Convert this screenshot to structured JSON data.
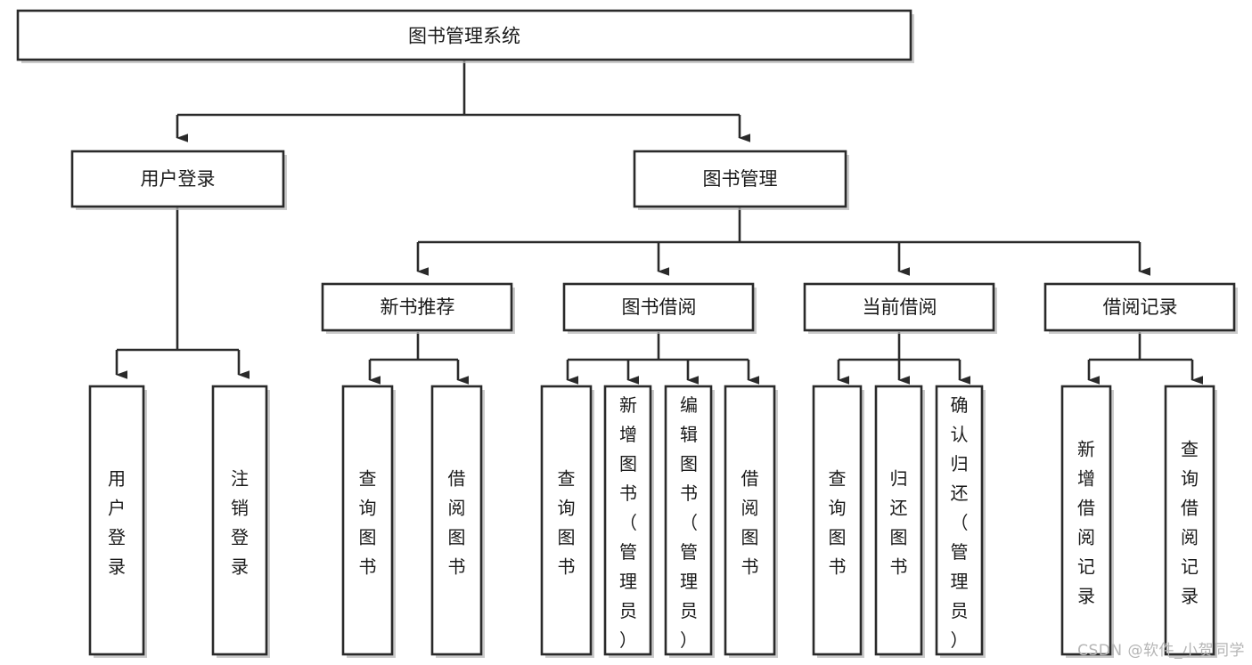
{
  "diagram": {
    "type": "tree-flowchart",
    "title": "图书管理系统",
    "root": {
      "label": "图书管理系统"
    },
    "level2": [
      {
        "id": "user-login",
        "label": "用户登录"
      },
      {
        "id": "book-management",
        "label": "图书管理"
      }
    ],
    "level3": [
      {
        "id": "new-book-recommend",
        "label": "新书推荐"
      },
      {
        "id": "book-borrow",
        "label": "图书借阅"
      },
      {
        "id": "current-borrow",
        "label": "当前借阅"
      },
      {
        "id": "borrow-record",
        "label": "借阅记录"
      }
    ],
    "leaves": [
      {
        "id": "leaf-user-login",
        "label": "用户登录",
        "parent": "user-login"
      },
      {
        "id": "leaf-logout",
        "label": "注销登录",
        "parent": "user-login"
      },
      {
        "id": "leaf-query-book-1",
        "label": "查询图书",
        "parent": "new-book-recommend"
      },
      {
        "id": "leaf-borrow-book-1",
        "label": "借阅图书",
        "parent": "new-book-recommend"
      },
      {
        "id": "leaf-query-book-2",
        "label": "查询图书",
        "parent": "book-borrow"
      },
      {
        "id": "leaf-add-book",
        "label": "新增图书（管理员）",
        "parent": "book-borrow"
      },
      {
        "id": "leaf-edit-book",
        "label": "编辑图书（管理员）",
        "parent": "book-borrow"
      },
      {
        "id": "leaf-borrow-book-2",
        "label": "借阅图书",
        "parent": "book-borrow"
      },
      {
        "id": "leaf-query-book-3",
        "label": "查询图书",
        "parent": "current-borrow"
      },
      {
        "id": "leaf-return-book",
        "label": "归还图书",
        "parent": "current-borrow"
      },
      {
        "id": "leaf-confirm-return",
        "label": "确认归还（管理员）",
        "parent": "current-borrow"
      },
      {
        "id": "leaf-add-record",
        "label": "新增借阅记录",
        "parent": "borrow-record"
      },
      {
        "id": "leaf-query-record",
        "label": "查询借阅记录",
        "parent": "borrow-record"
      }
    ],
    "colors": {
      "stroke": "#2a2a2a",
      "fill": "#ffffff",
      "text": "#1a1a1a",
      "shadow": "#b9b9b9",
      "watermark": "#b5b5b5"
    }
  },
  "watermark": {
    "text": "CSDN @软件_小贺同学"
  }
}
